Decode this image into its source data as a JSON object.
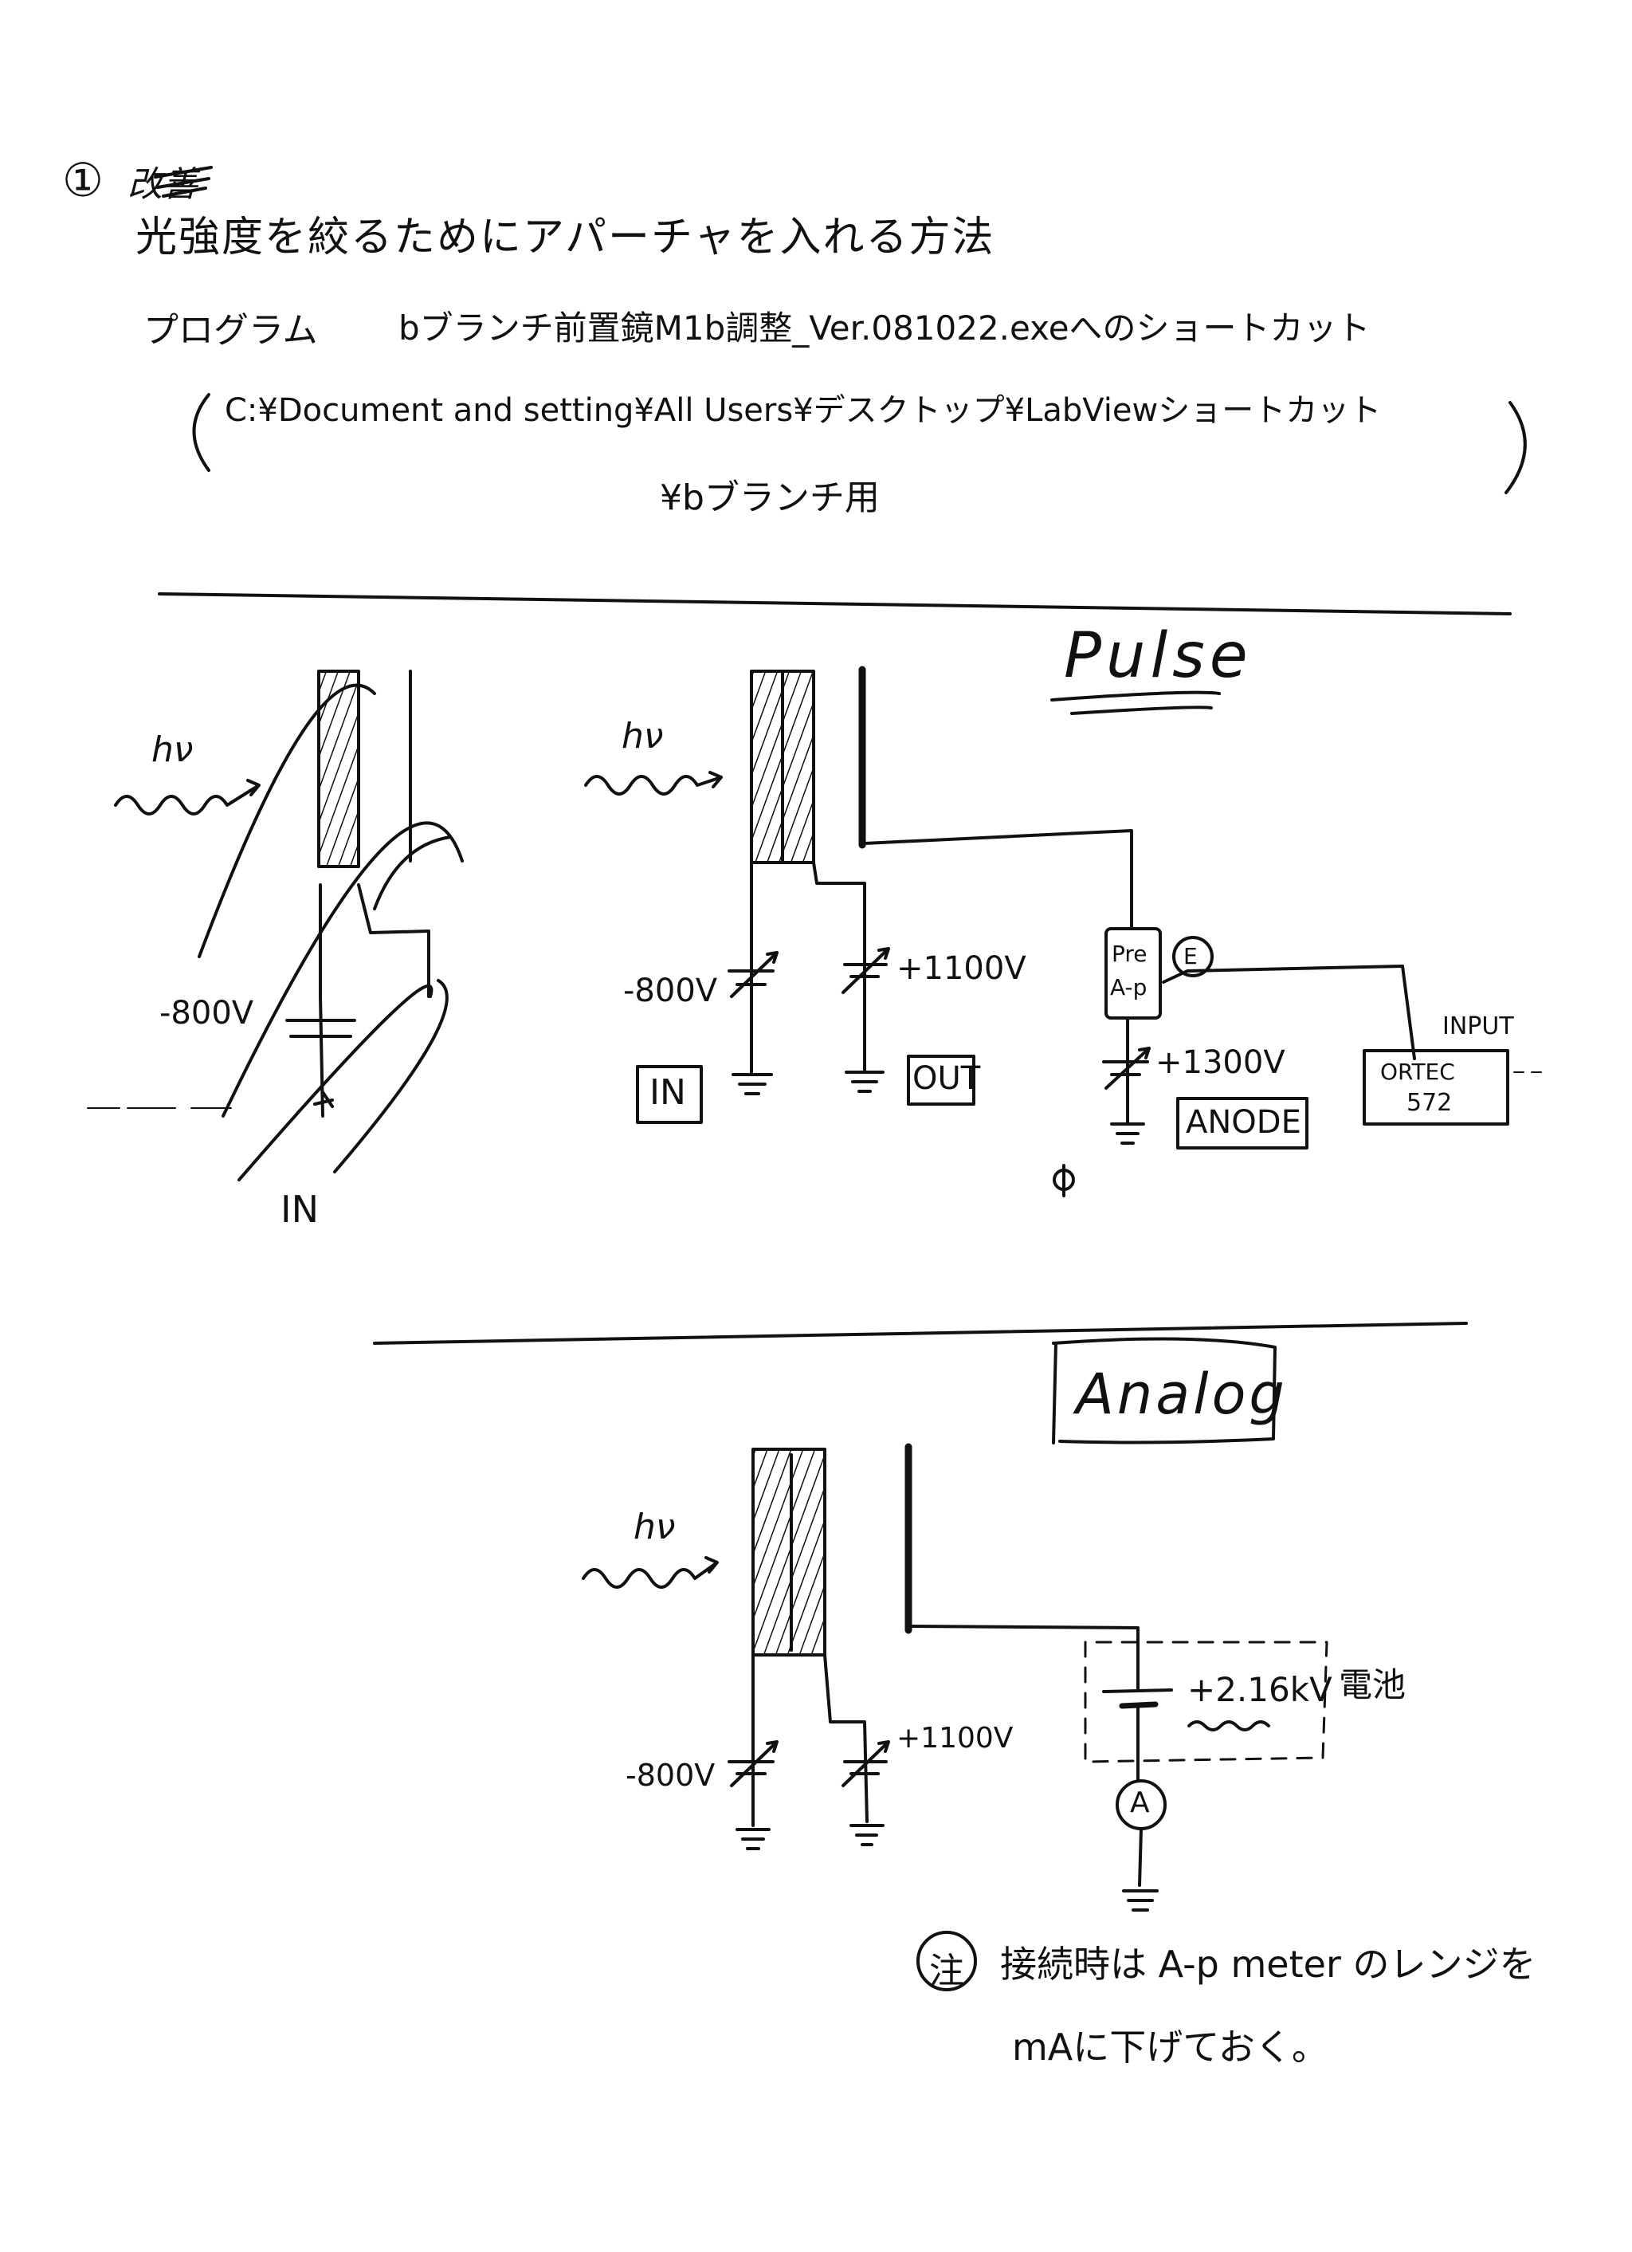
{
  "header": {
    "item_number": "①",
    "struck_word": "改善",
    "title": "光強度を絞るためにアパーチャを入れる方法",
    "program_label": "プログラム",
    "program_file": "bブランチ前置鏡M1b調整_Ver.081022.exeへのショートカット",
    "path_line1": "C:¥Document and setting¥All Users¥デスクトップ¥LabViewショートカット",
    "path_line2": "¥bブランチ用",
    "paren_open": "(",
    "paren_close": ")"
  },
  "sketch_left": {
    "light_label": "hν",
    "voltage": "-800V",
    "bottom_label": "IN"
  },
  "pulse": {
    "section_title": "Pulse",
    "light_label": "hν",
    "v_in": "-800V",
    "v_out": "+1100V",
    "v_anode": "+1300V",
    "box_in": "IN",
    "box_out": "OUT",
    "preamp_line1": "Pre",
    "preamp_line2": "A-p",
    "preamp_mark": "E",
    "box_anode": "ANODE",
    "input_label": "INPUT",
    "ortec_line1": "ORTEC",
    "ortec_line2": "572"
  },
  "analog": {
    "section_title": "Analog",
    "light_label": "hν",
    "v_in": "-800V",
    "v_out": "+1100V",
    "battery_voltage": "+2.16kV",
    "battery_label": "電池",
    "ammeter": "A"
  },
  "note": {
    "mark": "注",
    "line1": "接続時は A-p meter のレンジを",
    "line2": "mAに下げておく。"
  }
}
